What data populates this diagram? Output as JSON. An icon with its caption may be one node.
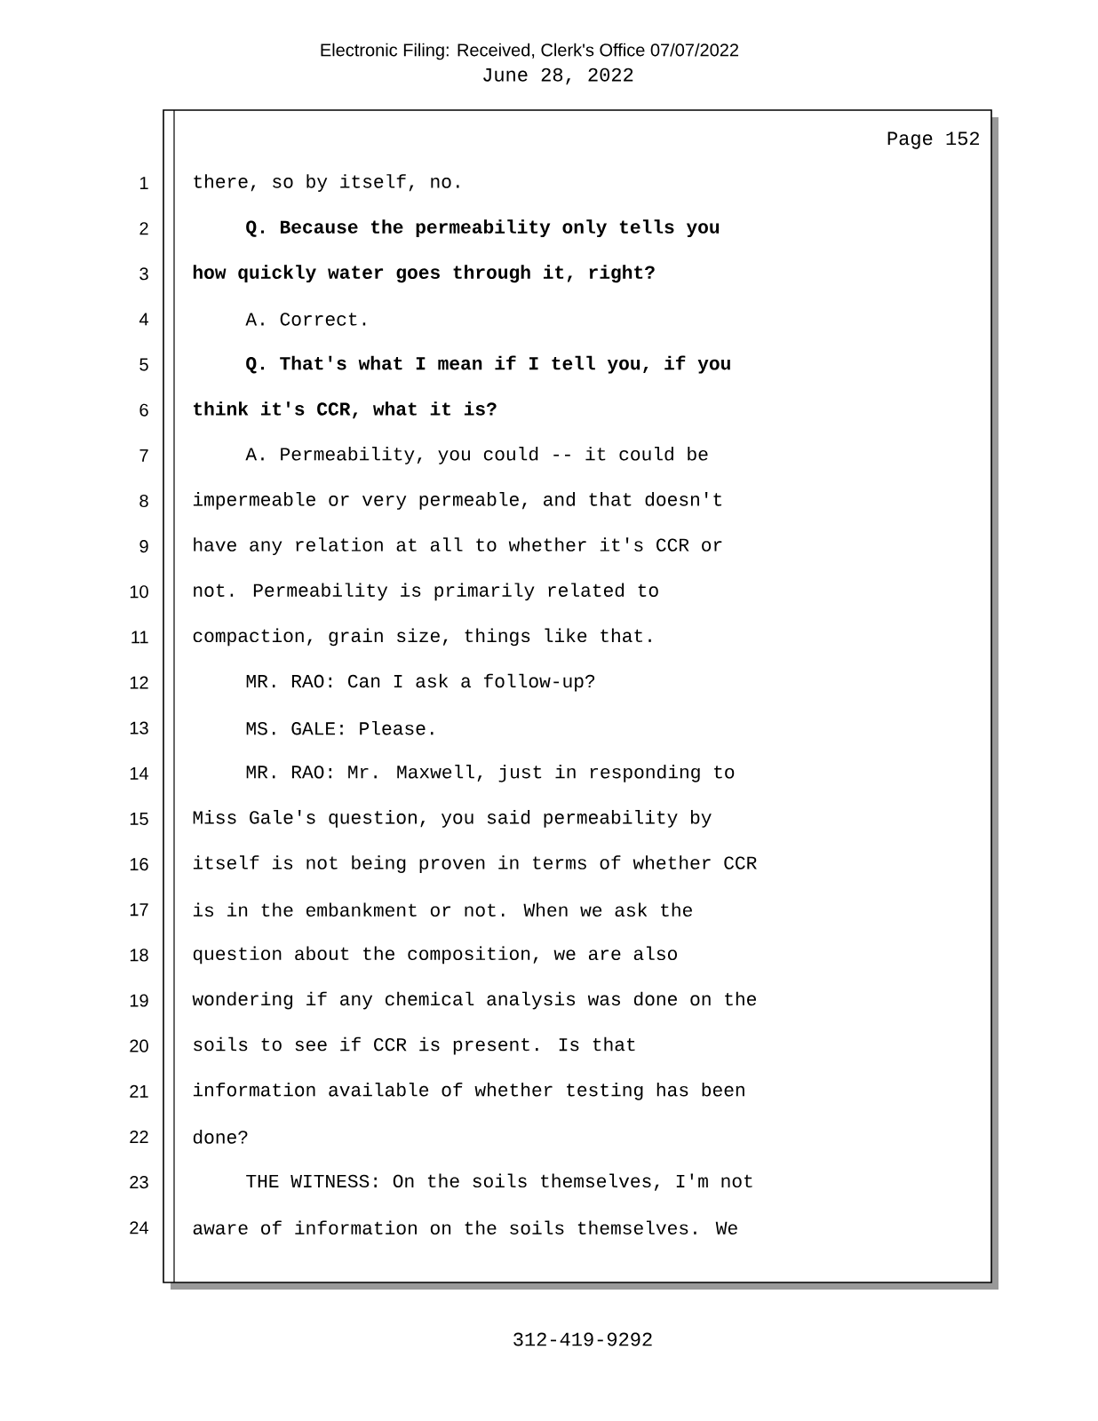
{
  "diagram": {
    "labels": [
      "Electronic Filing: Received, Clerk's Office 07/07/2022",
      "June 28, 2022",
      "Page 152",
      "1",
      "there, so by itself, no.",
      "2",
      "Q. Because the permeability only tells you",
      "3",
      "how quickly water goes through it, right?",
      "4",
      "A. Correct.",
      "5",
      "Q. That's what I mean if I tell you, if you",
      "6",
      "think it's CCR, what it is?",
      "7",
      "A. Permeability, you could -- it could be",
      "8",
      "impermeable or very permeable, and that doesn't",
      "9",
      "have any relation at all to whether it's CCR or",
      "10",
      "not.  Permeability is primarily related to",
      "11",
      "compaction, grain size, things like that.",
      "12",
      "MR. RAO: Can I ask a follow-up?",
      "13",
      "MS. GALE: Please.",
      "14",
      "MR. RAO: Mr. Maxwell, just in responding to",
      "15",
      "Miss Gale's question, you said permeability by",
      "16",
      "itself is not being proven in terms of whether CCR",
      "17",
      "is in the embankment or not.  When we ask the",
      "18",
      "question about the composition, we are also",
      "19",
      "wondering if any chemical analysis was done on the",
      "20",
      "soils to see if CCR is present.  Is that",
      "21",
      "information available of whether testing has been",
      "22",
      "done?",
      "23",
      "THE WITNESS: On the soils themselves, I'm not",
      "24",
      "aware of information on the soils themselves.  We",
      "312-419-9292"
    ]
  }
}
